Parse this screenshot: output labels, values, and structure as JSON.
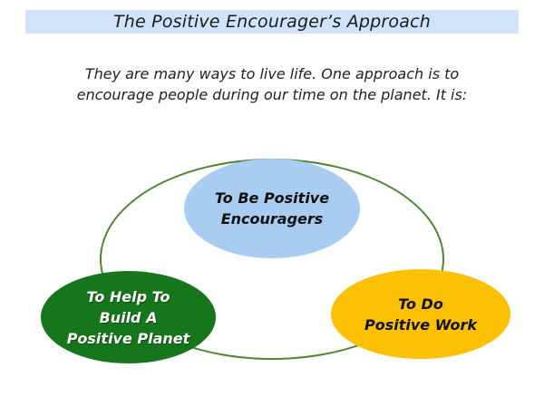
{
  "page": {
    "background_color": "#ffffff"
  },
  "title": {
    "text": "The Positive Encourager’s Approach",
    "bg_color": "#d0e3f8",
    "text_color": "#1b1b1b"
  },
  "subtitle": {
    "line1": "They are many ways to live life. One approach is to",
    "line2": "encourage people during our time on the planet. It is:"
  },
  "diagram": {
    "ring_color": "#4e8632",
    "nodes": [
      {
        "id": "to-be-positive-encouragers",
        "position": "top",
        "fill": "#a9cdf1",
        "text_color": "#111111",
        "lines": [
          "To Be Positive",
          "Encouragers"
        ]
      },
      {
        "id": "to-help-to-build-a-positive-planet",
        "position": "bottom-left",
        "fill": "#16761b",
        "text_color": "#ffffff",
        "lines": [
          "To Help To",
          "Build A",
          "Positive Planet"
        ]
      },
      {
        "id": "to-do-positive-work",
        "position": "bottom-right",
        "fill": "#fcc004",
        "text_color": "#111111",
        "lines": [
          "To Do",
          "Positive Work"
        ]
      }
    ]
  }
}
